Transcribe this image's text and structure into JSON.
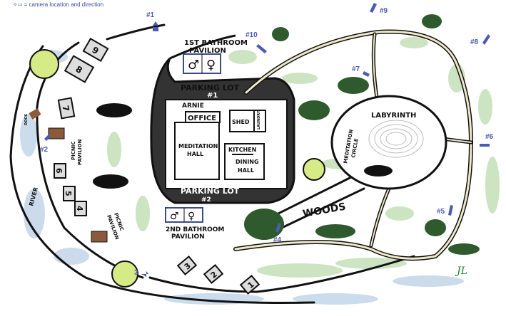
{
  "legend": {
    "icon": "camera-marker-icon",
    "text": "= camera location and direction"
  },
  "labels": {
    "bathroom1_line1": "1ST BATHROOM",
    "bathroom1_line2": "PAVILION",
    "bathroom2_line1": "2ND BATHROOM",
    "bathroom2_line2": "PAVILION",
    "male": "♂",
    "female": "♀",
    "parking1_line1": "PARKING LOT",
    "parking1_line2": "#1",
    "parking2_line1": "PARKING LOT",
    "parking2_line2": "#2",
    "arnie": "ARNIE",
    "office": "OFFICE",
    "meditation_hall_1": "MEDITATION",
    "meditation_hall_2": "HALL",
    "shed": "SHED",
    "laundry": "LAUNDRY",
    "kitchen": "KITCHEN",
    "dining_1": "DINING",
    "dining_2": "HALL",
    "labyrinth": "LABYRINTH",
    "meditation_circle_1": "MEDITATION",
    "meditation_circle_2": "CIRCLE",
    "woods": "WOODS",
    "river": "RIVER",
    "dock": "DOCK",
    "picnic1_1": "PICNIC",
    "picnic1_2": "PAVILION",
    "picnic2_1": "PICNIC",
    "picnic2_2": "PAVILION",
    "signature": "JL"
  },
  "cabins": [
    "9",
    "8",
    "7",
    "6",
    "5",
    "4",
    "3",
    "2",
    "1"
  ],
  "cameras": [
    "#1",
    "#2",
    "3",
    "#4",
    "#5",
    "#6",
    "#7",
    "#8",
    "#9",
    "#10"
  ],
  "colors": {
    "road": "#111111",
    "path_fill": "#efe9c8",
    "camera": "#4a5bb0",
    "tree_green": "#2e5a2e",
    "shrub": "#b7d9a8",
    "water": "#a9c4e0",
    "yellow_tree": "#d6ea86"
  }
}
